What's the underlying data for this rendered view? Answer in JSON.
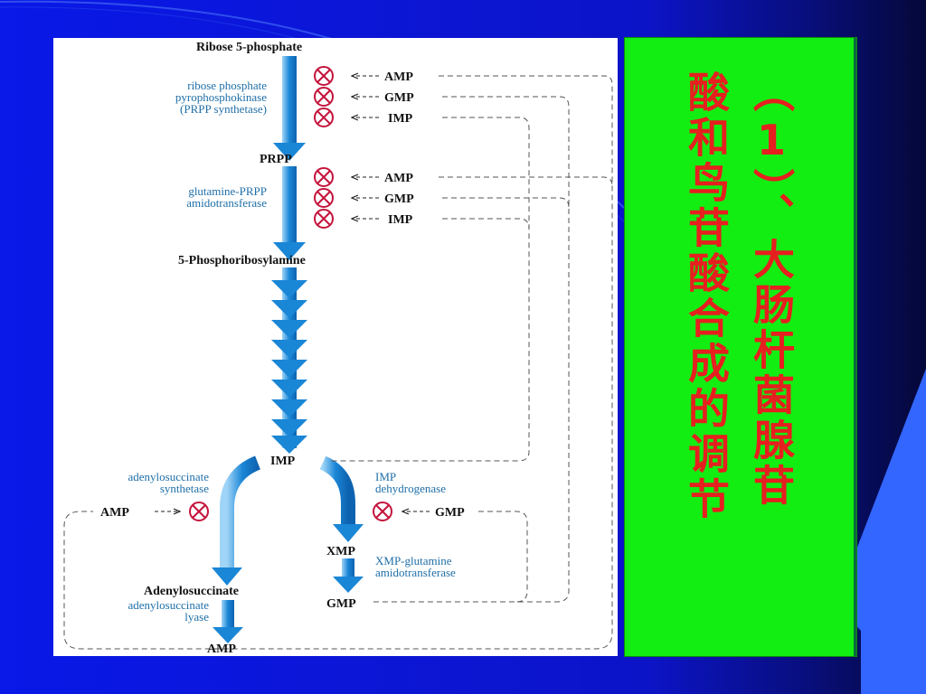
{
  "diagram": {
    "labels": {
      "ribose5p": "Ribose 5-phosphate",
      "prpp": "PRPP",
      "phosphoribosylamine": "5-Phosphoribosylamine",
      "imp": "IMP",
      "xmp": "XMP",
      "adenylosuccinate": "Adenylosuccinate",
      "gmp_product": "GMP",
      "amp_product": "AMP"
    },
    "enzymes": {
      "prpp_synthetase_1": "ribose phosphate",
      "prpp_synthetase_2": "pyrophosphokinase",
      "prpp_synthetase_3": "(PRPP synthetase)",
      "amidotransferase_1": "glutamine-PRPP",
      "amidotransferase_2": "amidotransferase",
      "adsuc_synthetase_1": "adenylosuccinate",
      "adsuc_synthetase_2": "synthetase",
      "imp_dh_1": "IMP",
      "imp_dh_2": "dehydrogenase",
      "xmp_gln_1": "XMP-glutamine",
      "xmp_gln_2": "amidotransferase",
      "adsuc_lyase_1": "adenylosuccinate",
      "adsuc_lyase_2": "lyase"
    },
    "inhibitors": {
      "top": [
        "AMP",
        "GMP",
        "IMP"
      ],
      "middle": [
        "AMP",
        "GMP",
        "IMP"
      ],
      "left": "AMP",
      "right": "GMP"
    },
    "colors": {
      "arrow": "#1a86d6",
      "inhibit": "#c4143c",
      "enzyme_text": "#1f6fa8"
    }
  },
  "title": {
    "column1": "（1）、大肠杆菌腺苷",
    "column2": "酸和鸟苷酸合成的调节"
  }
}
